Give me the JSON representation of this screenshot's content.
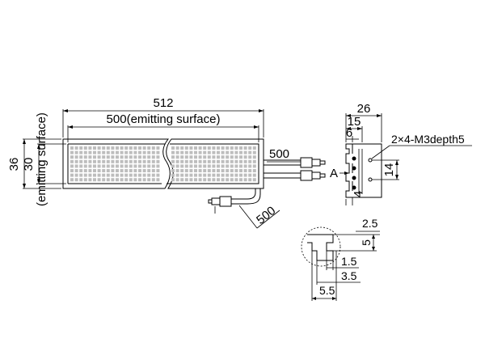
{
  "front_view": {
    "overall_length": "512",
    "emitting_length": "500(emitting surface)",
    "overall_height": "36",
    "emitting_height": "30",
    "emitting_height_note": "(emitting surface)",
    "cable_length_1": "500",
    "cable_length_2": "500",
    "section_marker": "A"
  },
  "side_view": {
    "width_total": "26",
    "width_15": "15",
    "width_6": "6",
    "hole_spec": "2×4-M3depth5",
    "pitch_14": "14",
    "offset_4": "4"
  },
  "detail_a": {
    "dim_2_5": "2.5",
    "dim_5": "5",
    "dim_1_5": "1.5",
    "dim_3_5": "3.5",
    "dim_5_5": "5.5"
  },
  "colors": {
    "line": "#000000",
    "emitting_cells": "#bdbdbd"
  }
}
